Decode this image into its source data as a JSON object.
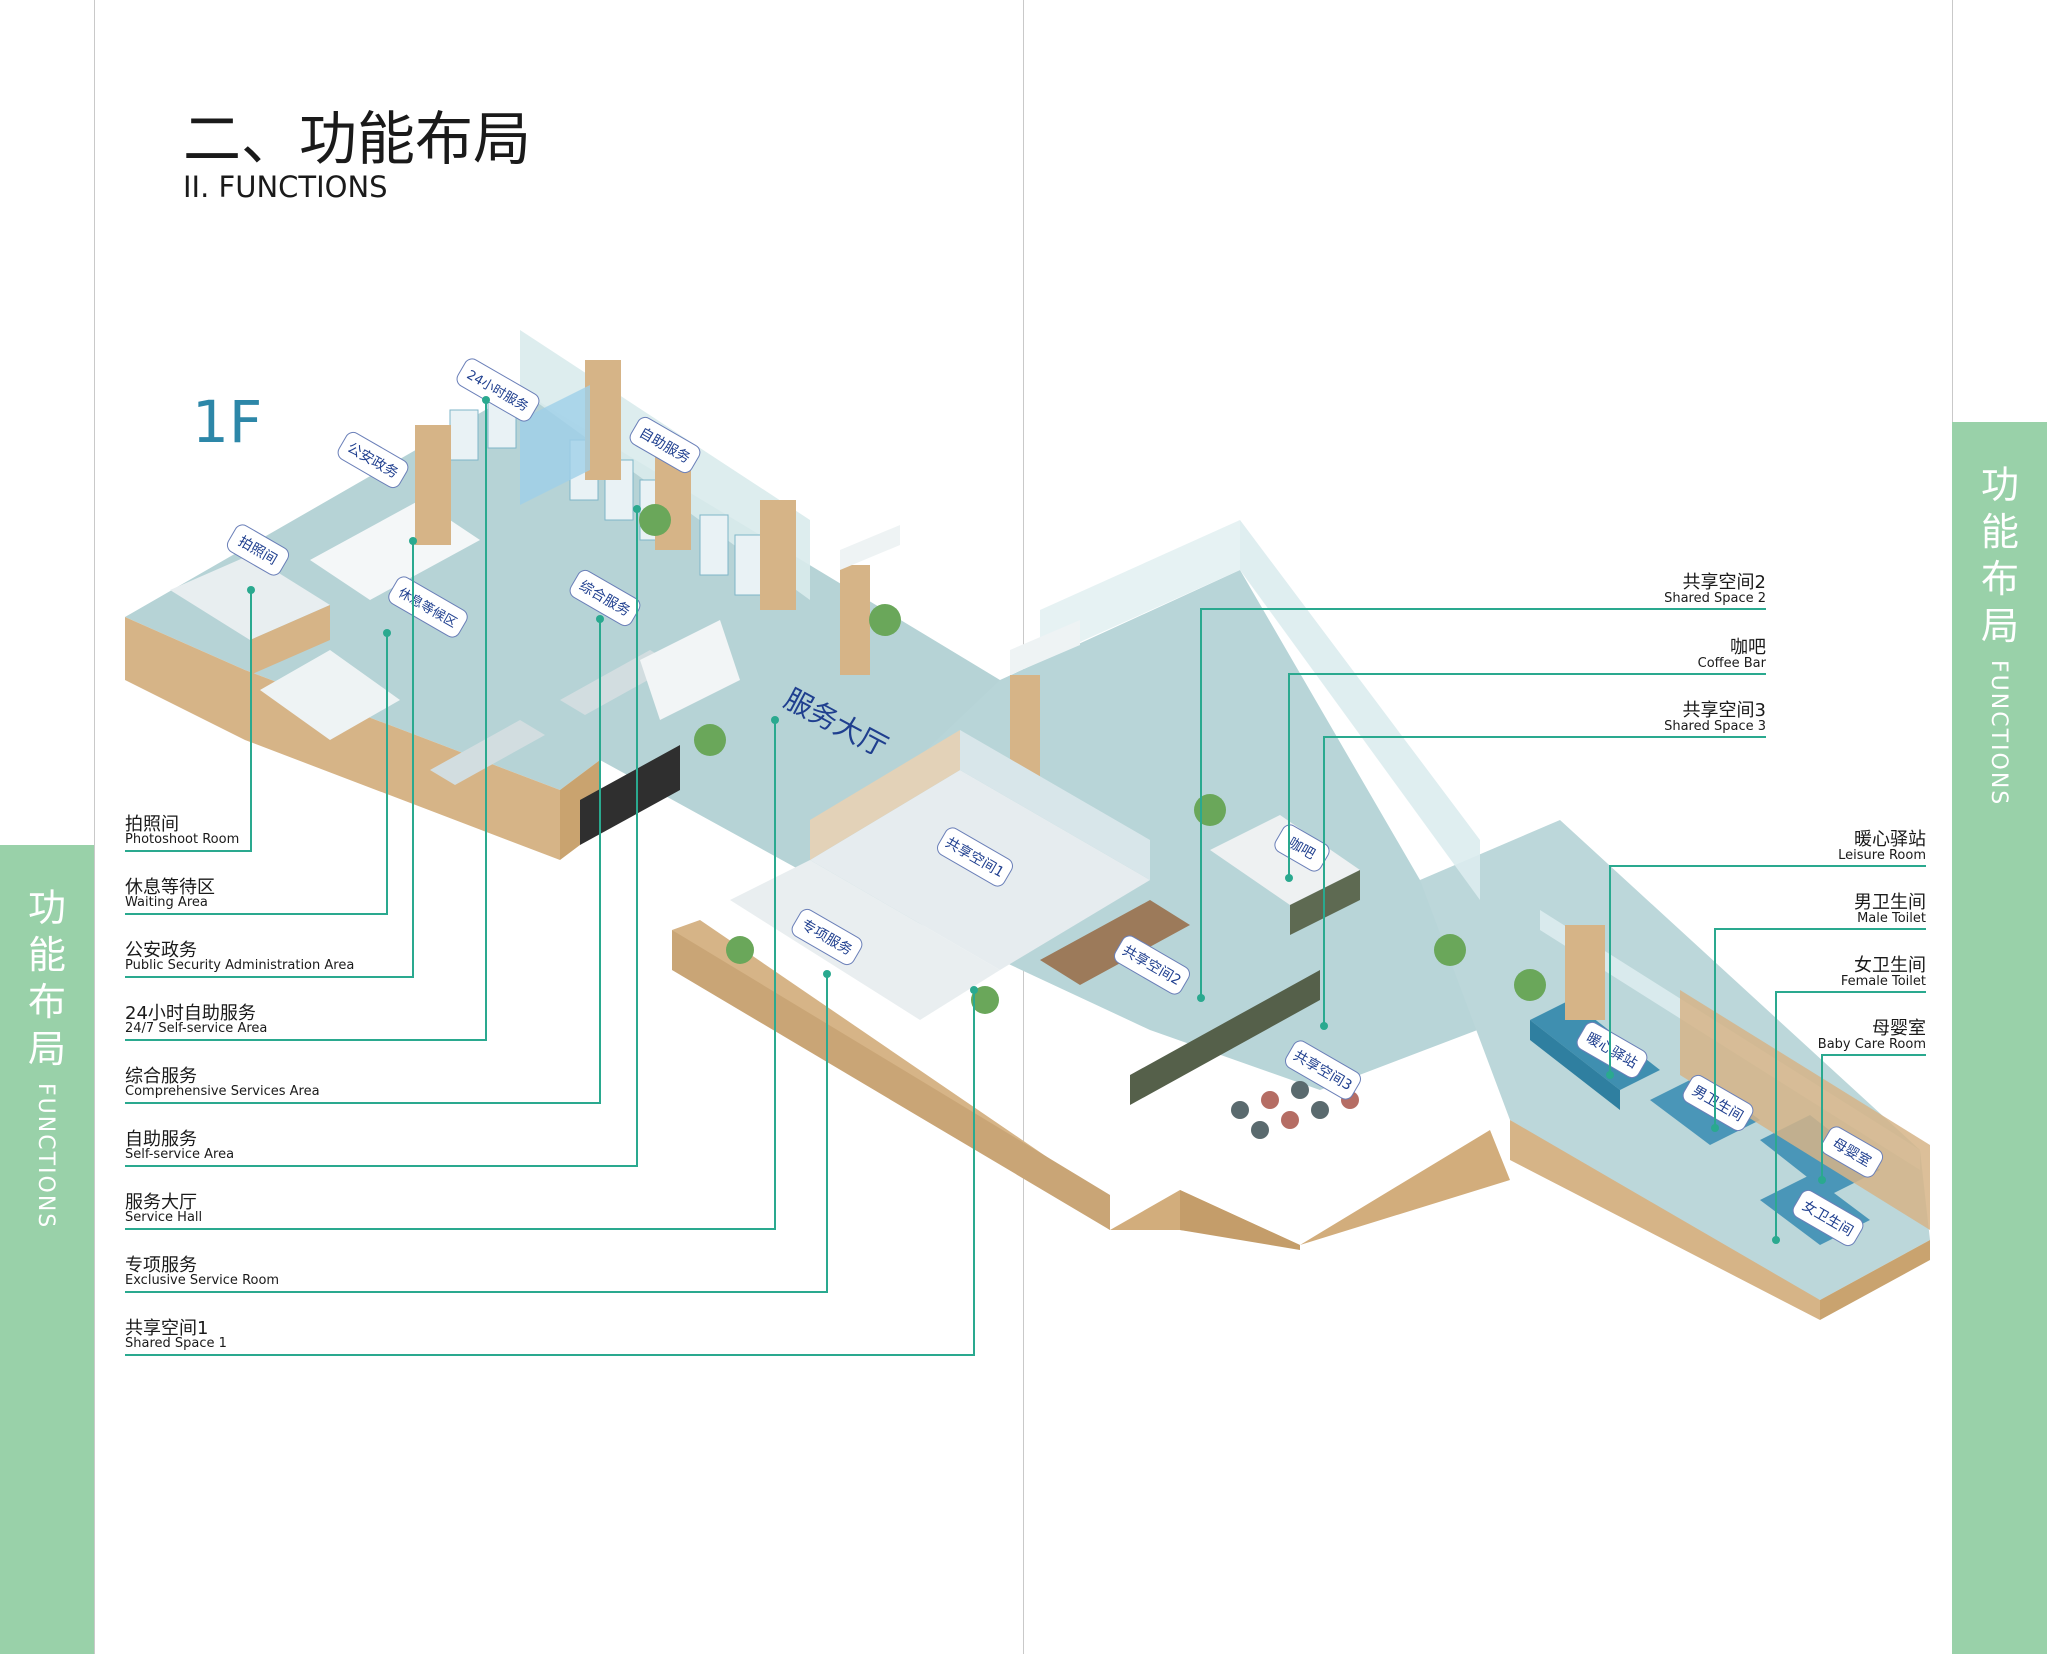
{
  "title": {
    "cn": "二、功能布局",
    "en": "II. FUNCTIONS"
  },
  "floor": "1F",
  "side_tab": {
    "cn": [
      "功",
      "能",
      "布",
      "局"
    ],
    "en": "FUNCTIONS"
  },
  "hall_label": "服务大厅",
  "left_labels": [
    {
      "cn": "拍照间",
      "en": "Photoshoot Room"
    },
    {
      "cn": "休息等待区",
      "en": "Waiting Area"
    },
    {
      "cn": "公安政务",
      "en": "Public Security Administration Area"
    },
    {
      "cn": "24小时自助服务",
      "en": "24/7 Self-service Area"
    },
    {
      "cn": "综合服务",
      "en": "Comprehensive Services Area"
    },
    {
      "cn": "自助服务",
      "en": "Self-service Area"
    },
    {
      "cn": "服务大厅",
      "en": "Service Hall"
    },
    {
      "cn": "专项服务",
      "en": "Exclusive Service Room"
    },
    {
      "cn": "共享空间1",
      "en": "Shared Space 1"
    }
  ],
  "right_labels": [
    {
      "cn": "共享空间2",
      "en": "Shared Space 2"
    },
    {
      "cn": "咖吧",
      "en": "Coffee Bar"
    },
    {
      "cn": "共享空间3",
      "en": "Shared Space 3"
    },
    {
      "cn": "暖心驿站",
      "en": "Leisure Room"
    },
    {
      "cn": "男卫生间",
      "en": "Male Toilet"
    },
    {
      "cn": "女卫生间",
      "en": "Female Toilet"
    },
    {
      "cn": "母婴室",
      "en": "Baby Care Room"
    }
  ],
  "map_tags": [
    "24小时服务",
    "公安政务",
    "自助服务",
    "拍照间",
    "休息等候区",
    "综合服务",
    "共享空间1",
    "专项服务",
    "共享空间2",
    "咖吧",
    "共享空间3",
    "暖心驿站",
    "男卫生间",
    "母婴室",
    "女卫生间"
  ],
  "colors": {
    "green_tab": "#99d1a9",
    "leader_line": "#2aa98f",
    "floor_blue": "#2d87a8",
    "floor_surface": "#b6d3d6",
    "wall_wood": "#d6b487",
    "tag_text": "#1f3f8f"
  }
}
